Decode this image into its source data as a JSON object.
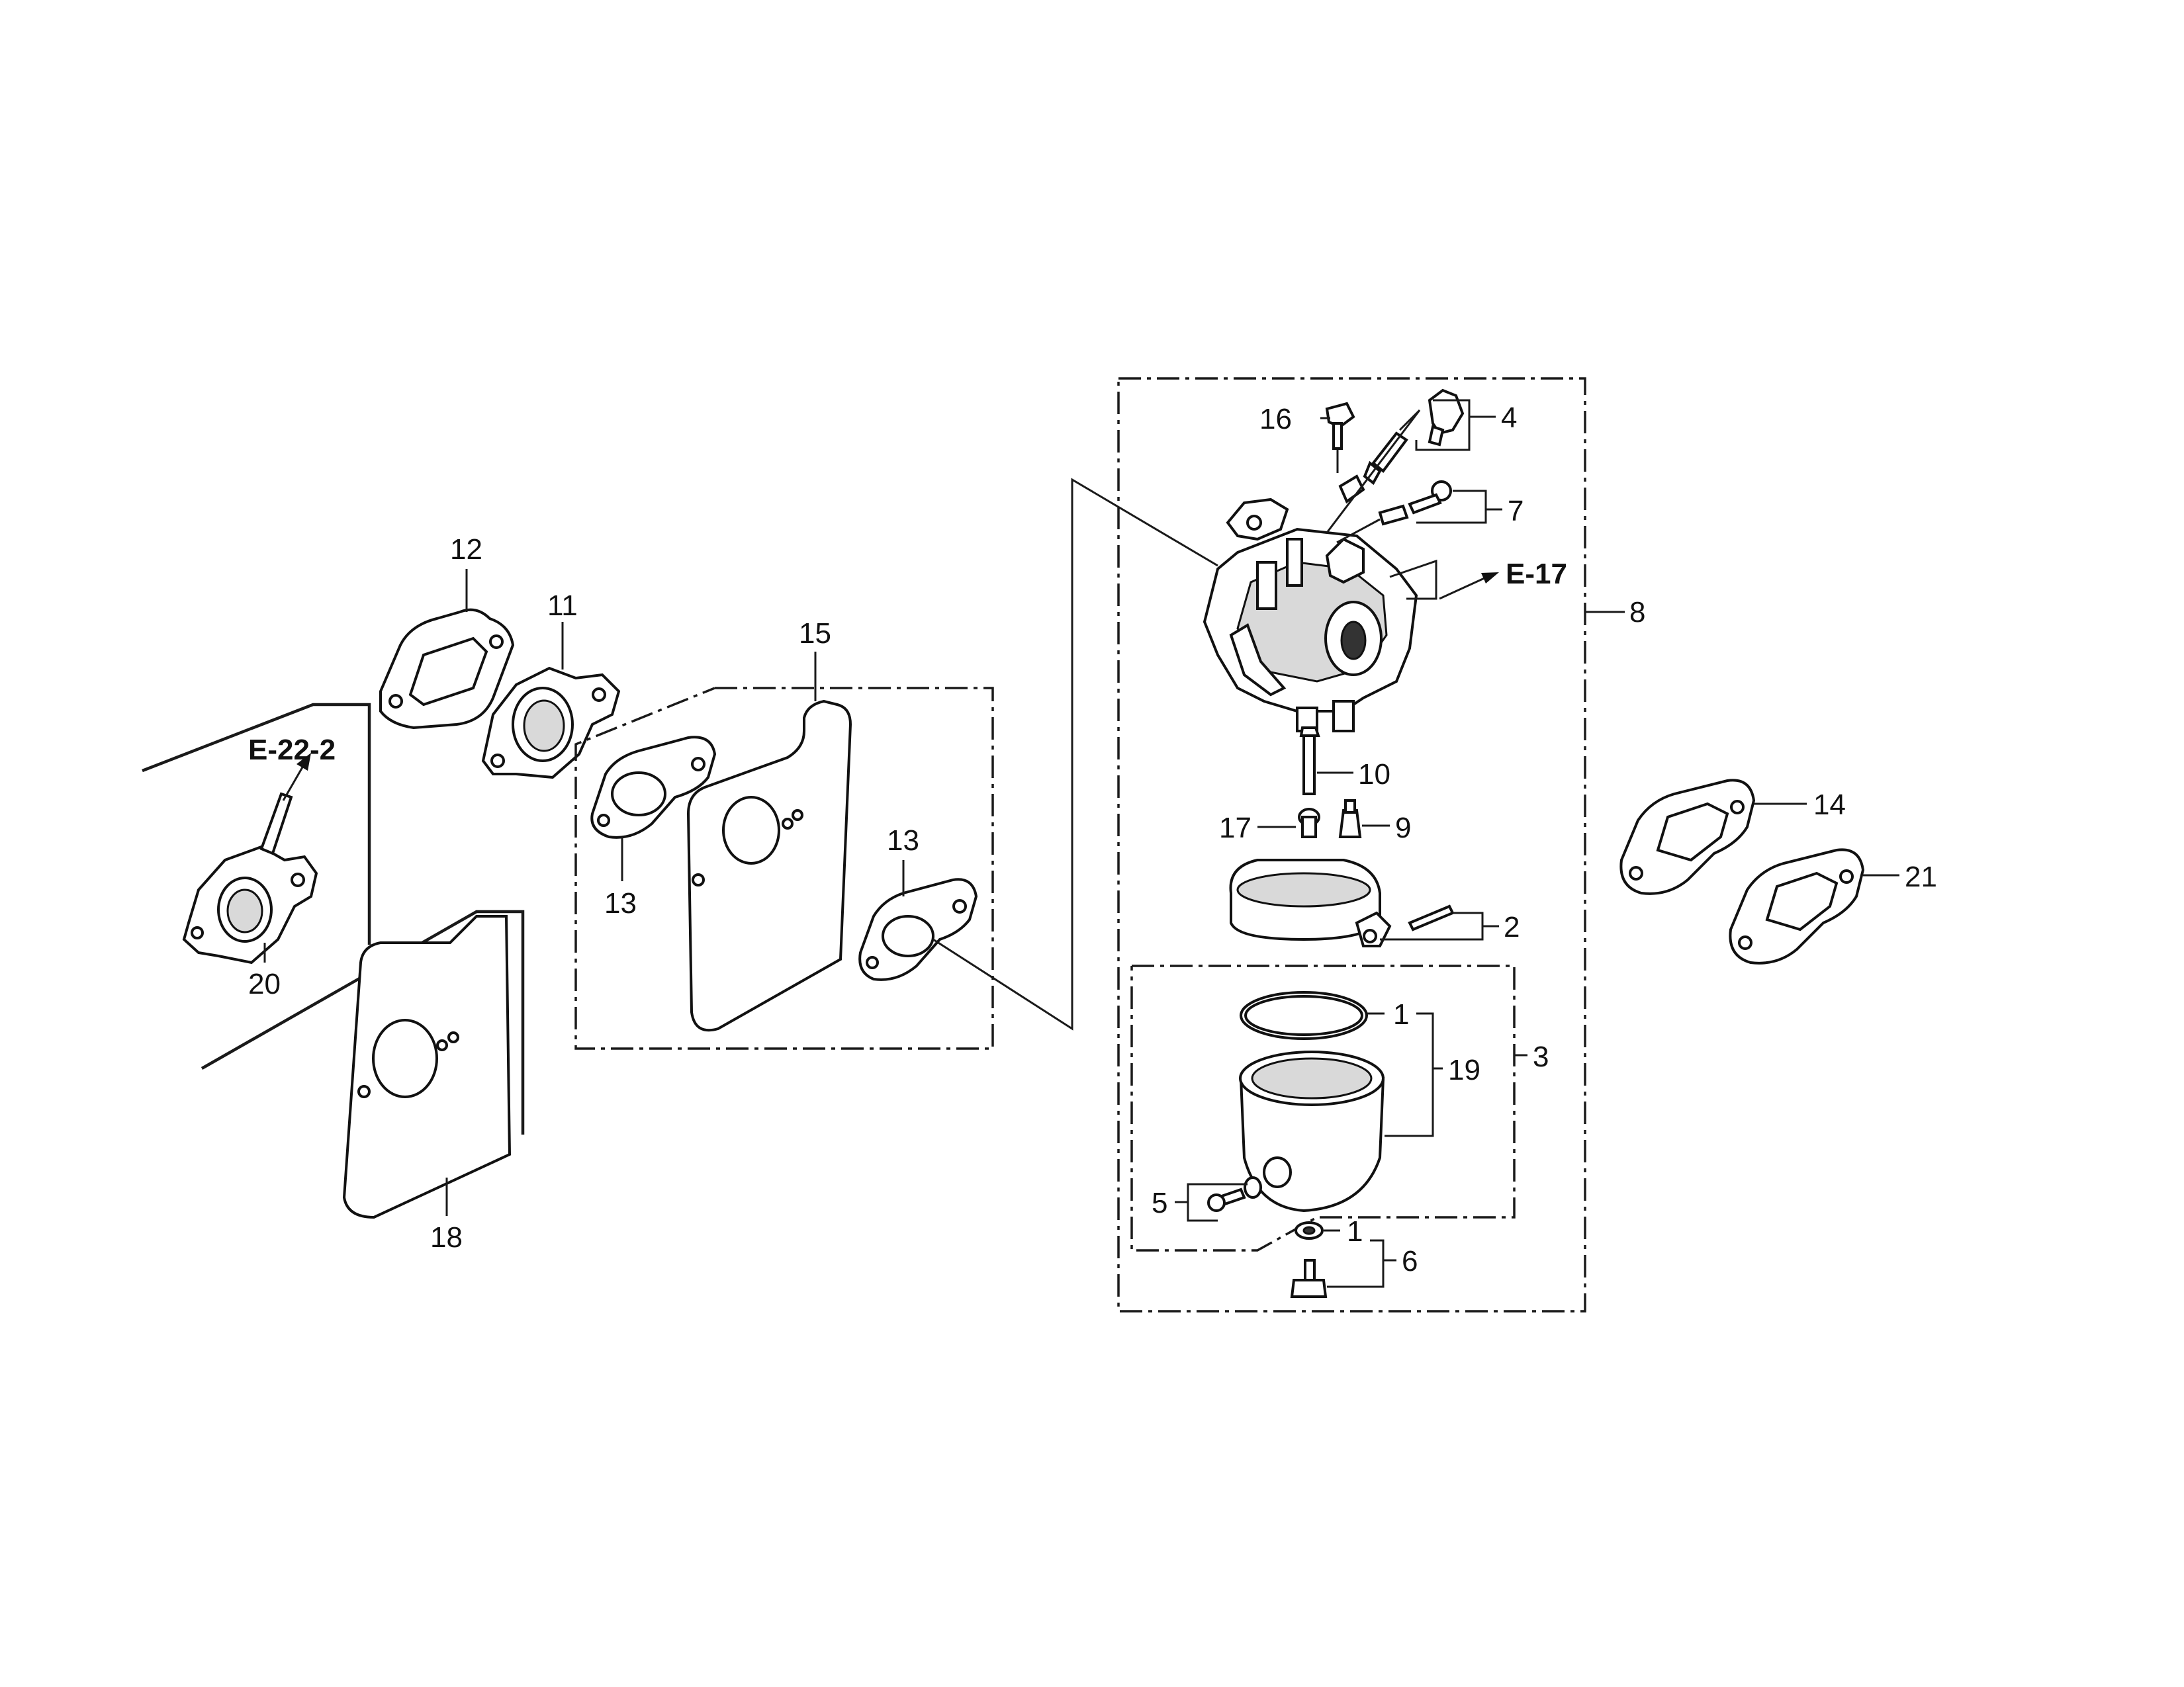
{
  "diagram": {
    "colors": {
      "ink": "#111111",
      "paper": "#ffffff"
    },
    "callouts": {
      "c1a": "1",
      "c1b": "1",
      "c2": "2",
      "c3": "3",
      "c4": "4",
      "c5": "5",
      "c6": "6",
      "c7": "7",
      "c8": "8",
      "c9": "9",
      "c10": "10",
      "c11": "11",
      "c12": "12",
      "c13a": "13",
      "c13b": "13",
      "c14": "14",
      "c15": "15",
      "c16": "16",
      "c17": "17",
      "c18": "18",
      "c19": "19",
      "c20": "20",
      "c21": "21"
    },
    "references": {
      "e22_2": "E-22-2",
      "e17": "E-17"
    }
  }
}
